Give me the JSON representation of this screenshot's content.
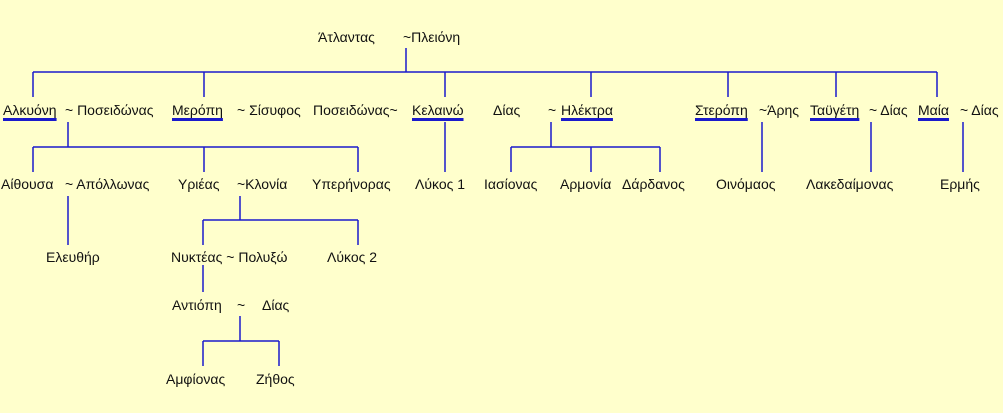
{
  "colors": {
    "background": "#FFFFCC",
    "line": "#1a1acc",
    "link_underline": "#1a1acc"
  },
  "root": {
    "father": "Άτλαντας",
    "mother": "~Πλειόνη"
  },
  "gen1": {
    "alkyoni": "Αλκυόνη",
    "alkyoni_spouse": "~ Ποσειδώνας",
    "meropi": "Μερόπη",
    "meropi_spouse": "~ Σίσυφος",
    "kelaino_spouse": "Ποσειδώνας~",
    "kelaino": "Κελαινώ",
    "ilektra_spouse": "Δίας",
    "ilektra_tilde": "~",
    "ilektra": "Ηλέκτρα",
    "steropi": "Στερόπη",
    "steropi_spouse": "~Άρης",
    "taygeti": "Ταϋγέτη",
    "taygeti_spouse": "~ Δίας",
    "maia": "Μαία",
    "maia_spouse": "~ Δίας"
  },
  "gen2": {
    "aithousa": "Αίθουσα",
    "aithousa_spouse": "~ Απόλλωνας",
    "yrieas": "Υριέας",
    "yrieas_spouse": "~Κλονία",
    "yperinoras": "Υπερήνορας",
    "lykos1": "Λύκος 1",
    "iasionas": "Ιασίονας",
    "armonia": "Αρμονία",
    "dardanos": "Δάρδανος",
    "oinomaos": "Οινόμαος",
    "lakedaimonas": "Λακεδαίμονας",
    "ermis": "Ερμής"
  },
  "gen3": {
    "eleuthir": "Ελευθήρ",
    "nykteas": "Νυκτέας ~ Πολυξώ",
    "lykos2": "Λύκος 2"
  },
  "gen4": {
    "antiopi": "Αντιόπη",
    "antiopi_tilde": "~",
    "antiopi_spouse": "Δίας"
  },
  "gen5": {
    "amfionas": "Αμφίονας",
    "zithos": "Ζήθος"
  }
}
